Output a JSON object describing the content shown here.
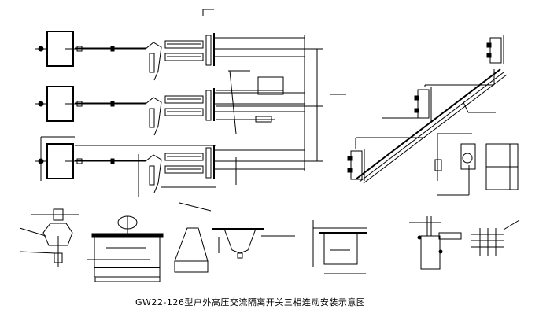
{
  "caption": "GW22-126型户外高压交流隔离开关三相连动安装示意图",
  "colors": {
    "line": "#000000",
    "background": "#ffffff"
  },
  "views": [
    "three-phase-plan-view",
    "linkage-side-view",
    "detail-views"
  ]
}
